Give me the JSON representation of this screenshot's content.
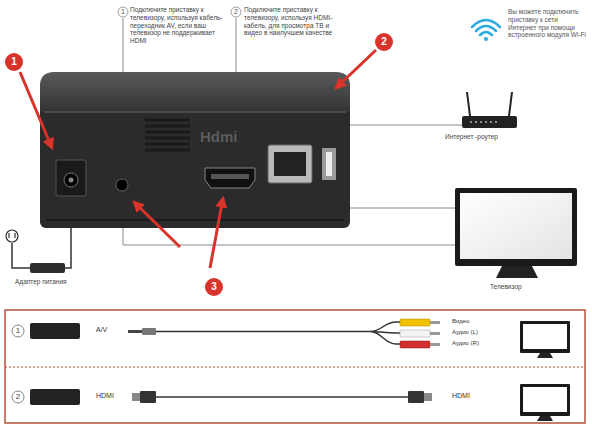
{
  "diagram": {
    "labels": [
      "1",
      "Подключите приставку к телевизору, используя кабель-переходник AV, если ваш телевизор не поддерживает HDMI",
      "2",
      "Подключите приставку к телевизору, используя HDMI-кабель, для просмотра ТВ и видео в наилучшем качестве",
      "Вы можете подключить приставку к сети Интернет при помощи встроенного модуля Wi-Fi",
      "1",
      "2",
      "3",
      "Hdmi",
      "Интернет -роутер",
      "Телевизор",
      "Адаптер питания",
      "1",
      "A/V",
      "Видео",
      "Аудио (L)",
      "Аудио (R)",
      "2",
      "HDMI",
      "HDMI"
    ]
  }
}
